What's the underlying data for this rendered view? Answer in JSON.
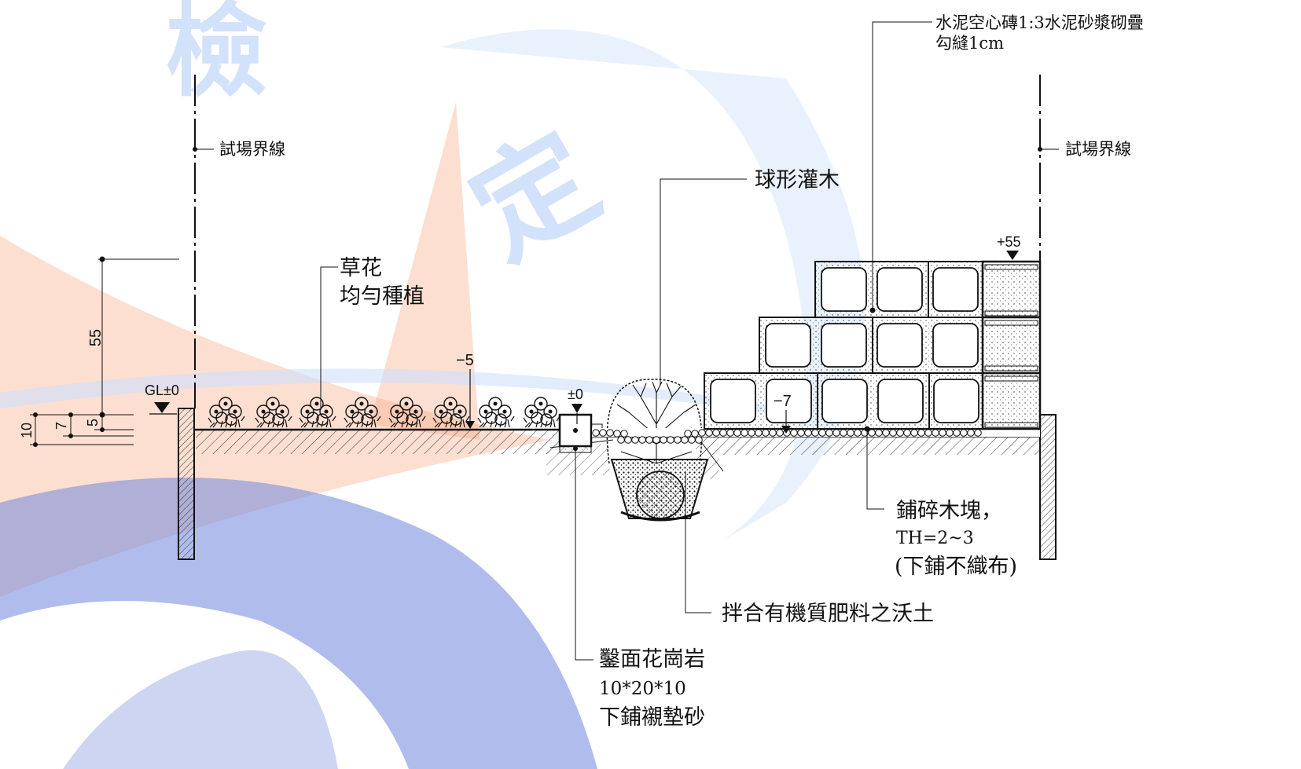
{
  "colors": {
    "ink": "#111111",
    "watermark_orange": "#f6a37a",
    "watermark_blue": "#6f86dd",
    "watermark_blue_light": "#cfe0fb",
    "watermark_blue_text": "#d2e2fb"
  },
  "watermark": {
    "chars": [
      "檢",
      "定"
    ]
  },
  "labels": {
    "boundary_left": "試場界線",
    "boundary_right": "試場界線",
    "flowers_line1": "草花",
    "flowers_line2": "均勻種植",
    "shrub": "球形灌木",
    "block_wall_line1": "水泥空心磚1:3水泥砂漿砌疊",
    "block_wall_line2": "勾縫1cm",
    "mulch_line1": "鋪碎木塊，",
    "mulch_line2": "TH=2~3",
    "mulch_line3": "(下鋪不織布)",
    "soil": "拌合有機質肥料之沃土",
    "granite_line1": "鑿面花崗岩",
    "granite_line2": "10*20*10",
    "granite_line3": "下鋪襯墊砂"
  },
  "levels": {
    "gl": "GL±0",
    "flower_bed": "−5",
    "edging": "±0",
    "mulch": "−7",
    "wall_top": "+55"
  },
  "dimensions": {
    "height_55": "55",
    "dim_10": "10",
    "dim_7": "7",
    "dim_5": "5"
  }
}
